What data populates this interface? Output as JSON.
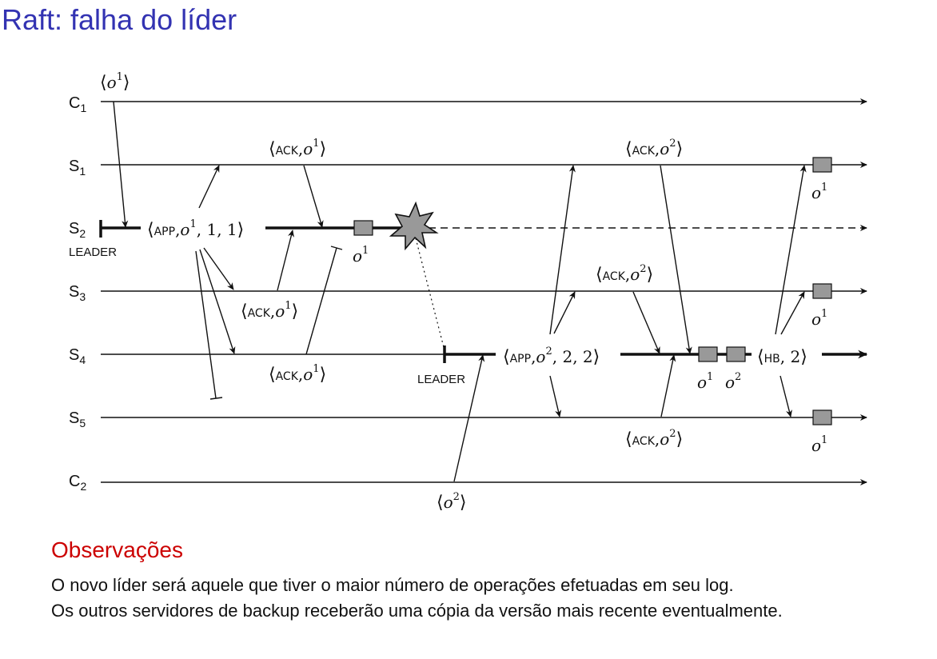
{
  "slide": {
    "title": "Raft: falha do líder"
  },
  "diagram": {
    "processes": [
      {
        "id": "C1",
        "base": "C",
        "sub": "1"
      },
      {
        "id": "S1",
        "base": "S",
        "sub": "1"
      },
      {
        "id": "S2",
        "base": "S",
        "sub": "2"
      },
      {
        "id": "S3",
        "base": "S",
        "sub": "3"
      },
      {
        "id": "S4",
        "base": "S",
        "sub": "4"
      },
      {
        "id": "S5",
        "base": "S",
        "sub": "5"
      },
      {
        "id": "C2",
        "base": "C",
        "sub": "2"
      }
    ],
    "leader_label": "LEADER",
    "messages": {
      "client_op1": {
        "op": "o",
        "sup": "1"
      },
      "append_1": {
        "kw": "APP",
        "op": "o",
        "sup": "1",
        "args": ", 1, 1"
      },
      "ack1_s1": {
        "kw": "ACK",
        "op": "o",
        "sup": "1"
      },
      "ack1_s3": {
        "kw": "ACK",
        "op": "o",
        "sup": "1"
      },
      "ack1_s4": {
        "kw": "ACK",
        "op": "o",
        "sup": "1"
      },
      "client_op2": {
        "op": "o",
        "sup": "2"
      },
      "append_2": {
        "kw": "APP",
        "op": "o",
        "sup": "2",
        "args": ", 2, 2"
      },
      "ack2_s1": {
        "kw": "ACK",
        "op": "o",
        "sup": "2"
      },
      "ack2_s3": {
        "kw": "ACK",
        "op": "o",
        "sup": "2"
      },
      "ack2_s5": {
        "kw": "ACK",
        "op": "o",
        "sup": "2"
      },
      "heartbeat": {
        "kw": "HB",
        "args": ", 2"
      }
    },
    "log_labels": {
      "s2_o1": {
        "op": "o",
        "sup": "1"
      },
      "s1_o1": {
        "op": "o",
        "sup": "1"
      },
      "s3_o1": {
        "op": "o",
        "sup": "1"
      },
      "s4_o1": {
        "op": "o",
        "sup": "1"
      },
      "s4_o2": {
        "op": "o",
        "sup": "2"
      },
      "s5_o1": {
        "op": "o",
        "sup": "1"
      }
    },
    "colors": {
      "line": "#111111",
      "log_entry": "#999999",
      "crash": "#999999"
    }
  },
  "observations": {
    "heading": "Observações",
    "line1": "O novo líder será aquele que tiver o maior número de operações efetuadas em seu log.",
    "line2": "Os outros servidores de backup receberão uma cópia da versão mais recente eventualmente."
  }
}
